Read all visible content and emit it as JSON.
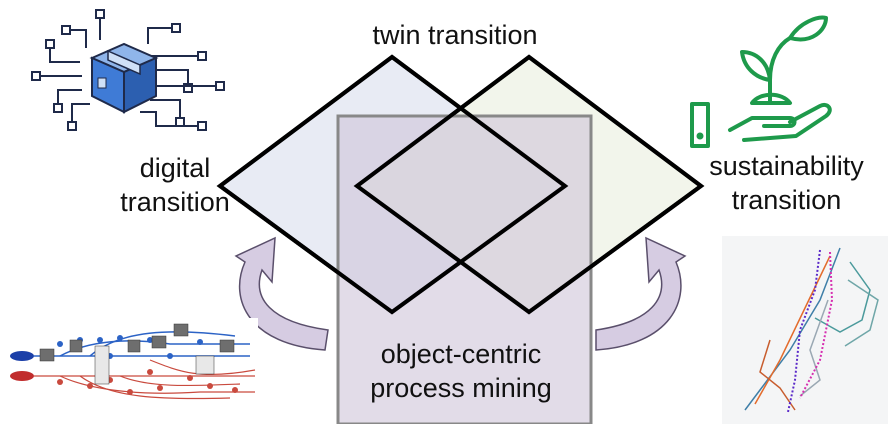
{
  "title": "twin transition",
  "labels": {
    "digital": [
      "digital",
      "transition"
    ],
    "sustainability": [
      "sustainability",
      "transition"
    ],
    "ocpm": [
      "object-centric",
      "process mining"
    ]
  },
  "icons": {
    "digital": "digital-cube-circuit-icon",
    "sustainability": "plant-in-hand-icon"
  },
  "colors": {
    "digital_diamond": "#e4e8f2",
    "sustainability_diamond": "#edf1e4",
    "ocpm_rect": "#cfc4d9",
    "arrow": "#d6cce2",
    "outline": "#000000",
    "plant_green": "#1e9a4b",
    "cube_blue": "#3f7bd6"
  }
}
